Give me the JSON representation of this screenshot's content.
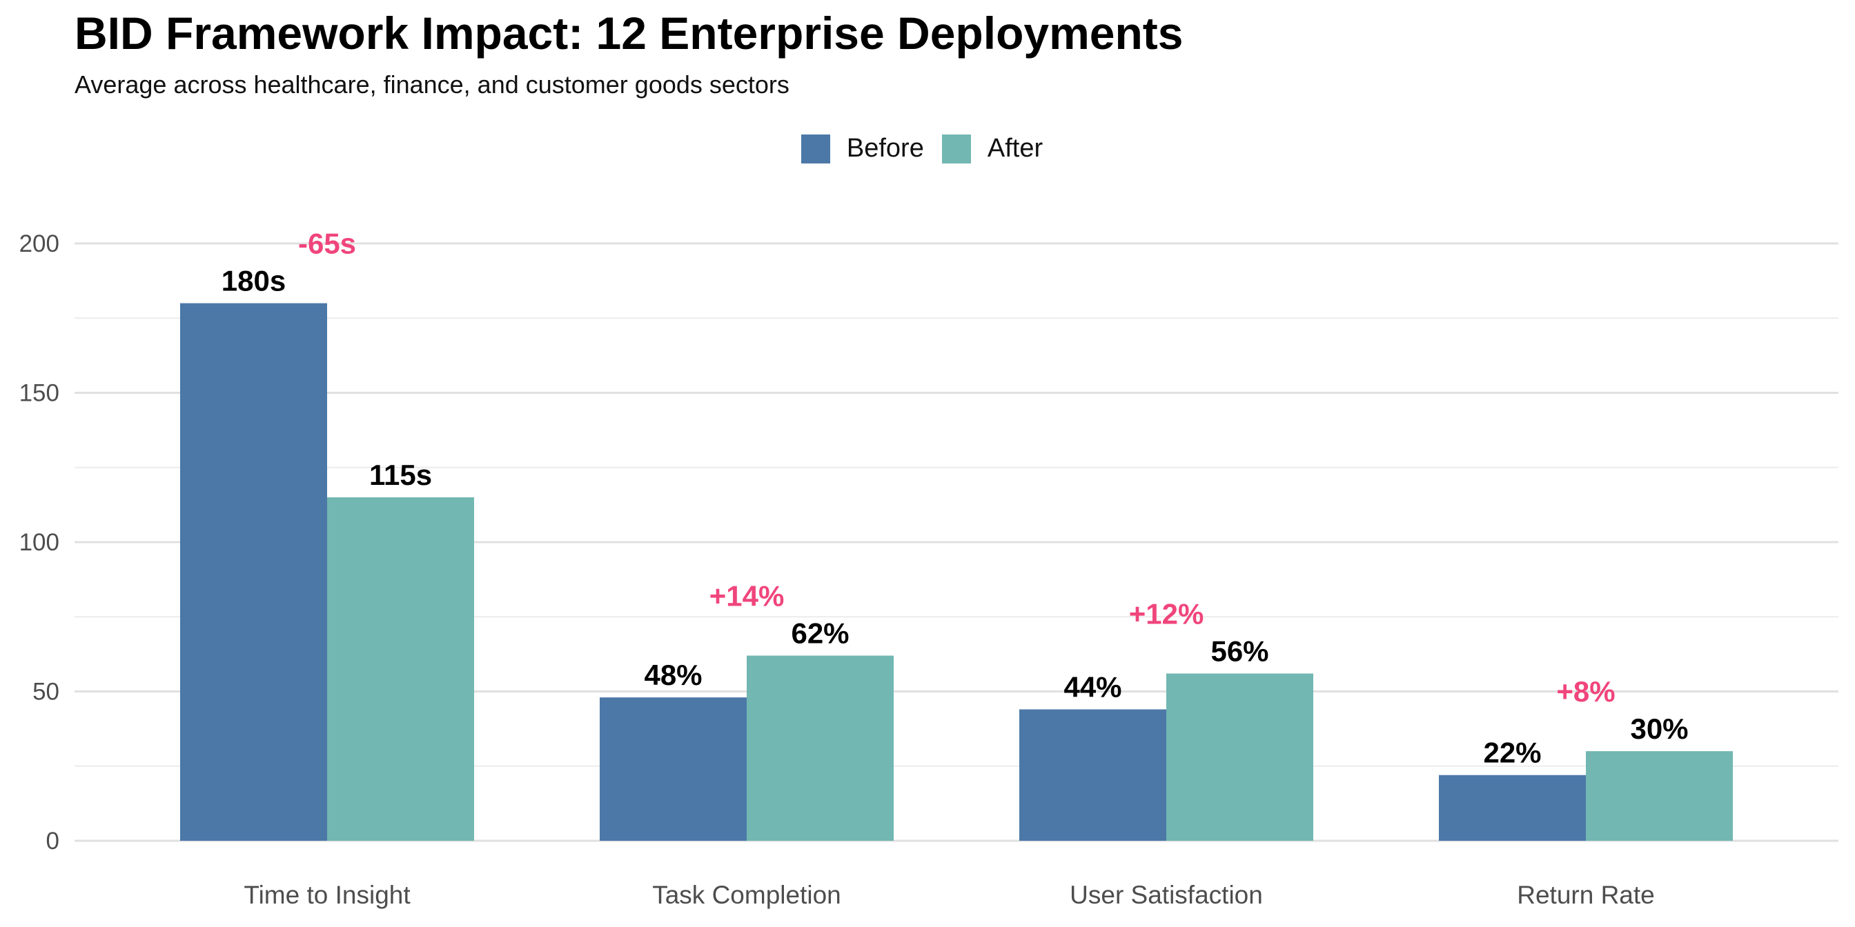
{
  "header": {
    "title": "BID Framework Impact: 12 Enterprise Deployments",
    "subtitle": "Average across healthcare, finance, and customer goods sectors"
  },
  "legend": {
    "items": [
      {
        "label": "Before",
        "color": "#4c78a8"
      },
      {
        "label": "After",
        "color": "#72b7b2"
      }
    ],
    "placement": "top-center"
  },
  "chart_data": {
    "type": "bar",
    "title": "BID Framework Impact: 12 Enterprise Deployments",
    "subtitle": "Average across healthcare, finance, and customer goods sectors",
    "xlabel": "",
    "ylabel": "",
    "categories": [
      "Time to Insight",
      "Task Completion",
      "User Satisfaction",
      "Return Rate"
    ],
    "series": [
      {
        "name": "Before",
        "values": [
          180,
          48,
          44,
          22
        ],
        "labels": [
          "180s",
          "48%",
          "44%",
          "22%"
        ],
        "color": "#4c78a8"
      },
      {
        "name": "After",
        "values": [
          115,
          62,
          56,
          30
        ],
        "labels": [
          "115s",
          "62%",
          "56%",
          "30%"
        ],
        "color": "#72b7b2"
      }
    ],
    "annotations": [
      "-65s",
      "+14%",
      "+12%",
      "+8%"
    ],
    "annotation_color": "#f0457c",
    "ylim": [
      0,
      200
    ],
    "yticks": [
      0,
      50,
      100,
      150,
      200
    ],
    "grid": true,
    "legend_position": "top"
  }
}
